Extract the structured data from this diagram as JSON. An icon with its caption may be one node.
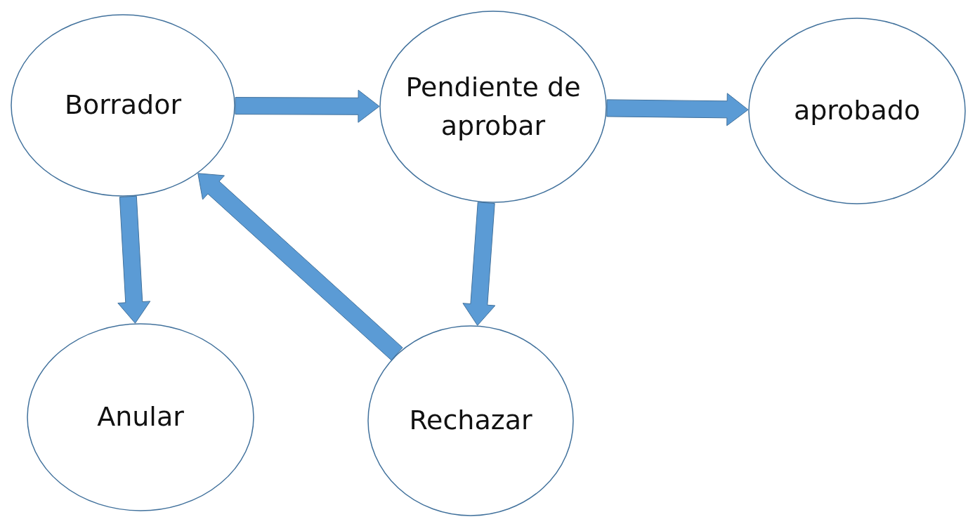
{
  "diagram": {
    "nodes": [
      {
        "text": [
          "Borrador"
        ]
      },
      {
        "text": [
          "Pendiente de aprobar"
        ]
      },
      {
        "text": [
          "aprobado"
        ]
      },
      {
        "text": [
          "Anular"
        ]
      },
      {
        "text": [
          "Rechazar"
        ]
      }
    ],
    "edges": [
      {
        "from": 0,
        "to": 1,
        "arrow": "to"
      },
      {
        "from": 1,
        "to": 2,
        "arrow": "to"
      },
      {
        "from": 0,
        "to": 3,
        "arrow": "to"
      },
      {
        "from": 1,
        "to": 4,
        "arrow": "to"
      },
      {
        "from": 4,
        "to": 0,
        "arrow": "to"
      }
    ]
  }
}
